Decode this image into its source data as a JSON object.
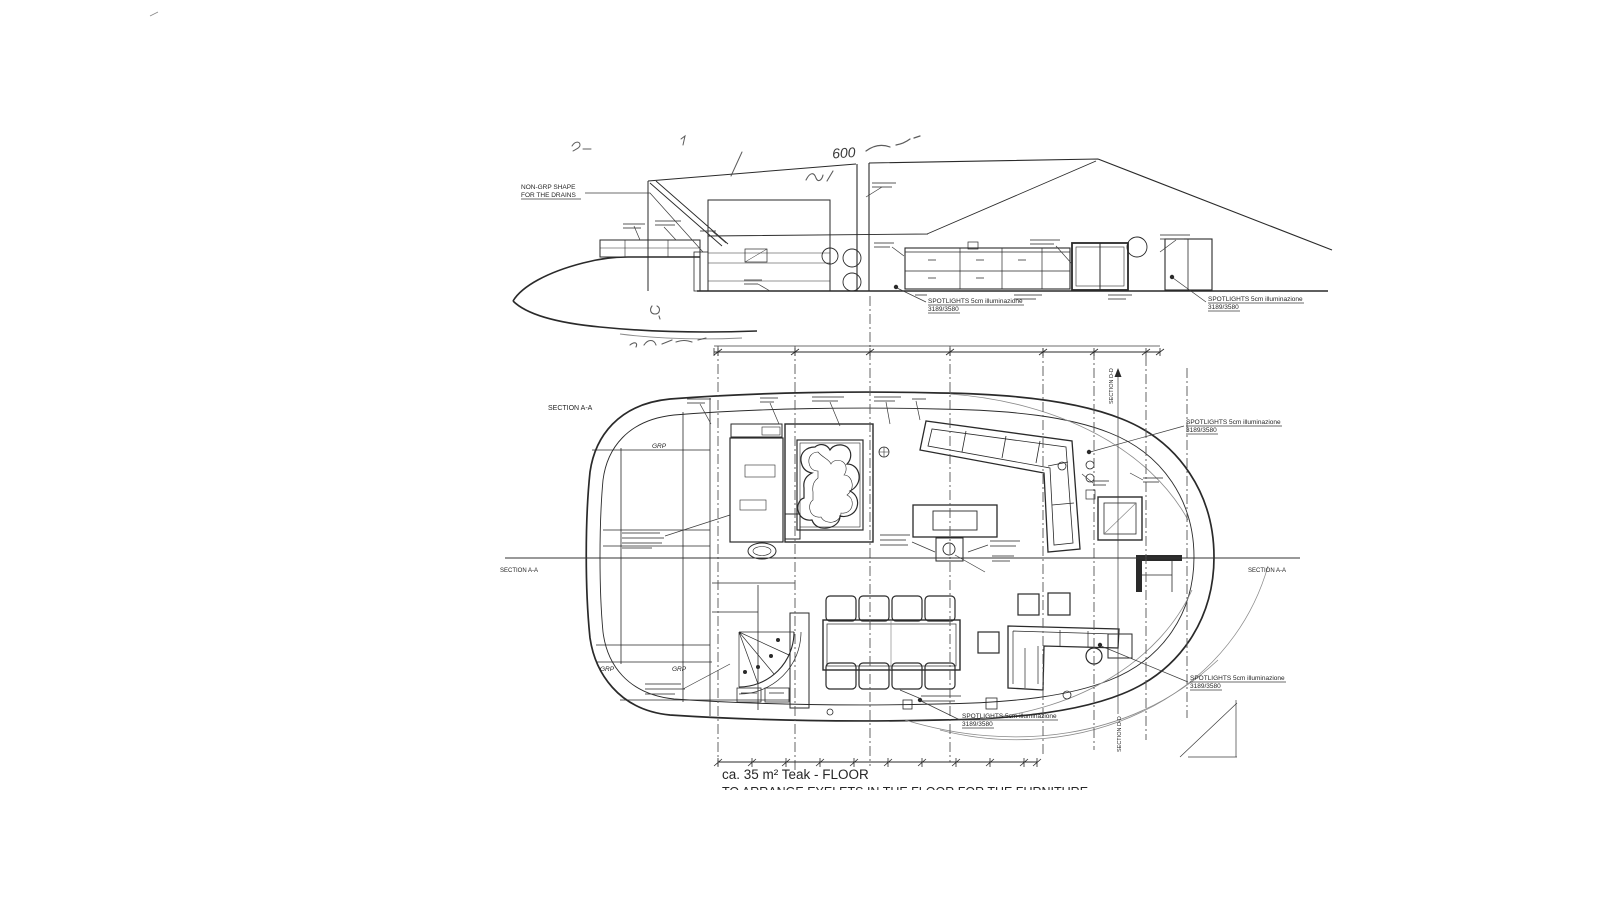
{
  "drawing": {
    "labels": {
      "non_slip_1": "NON-GRP SHAPE",
      "non_slip_2": "FOR THE DRAINS",
      "dim_600": "600",
      "spotlights_1": "SPOTLIGHTS 5cm illuminazione",
      "spotlights_2": "3189/3580",
      "section_aa": "SECTION A-A",
      "section_dd": "SECTION D-D",
      "grp": "GRP",
      "footer_area": "ca. 35 m² Teak - FLOOR",
      "footer_note": "TO ARRANGE EYELETS IN THE FLOOR FOR THE FURNITURE"
    },
    "colors": {
      "ink": "#2a2a2a",
      "faint": "#8a8a8a",
      "paper": "#ffffff"
    }
  }
}
